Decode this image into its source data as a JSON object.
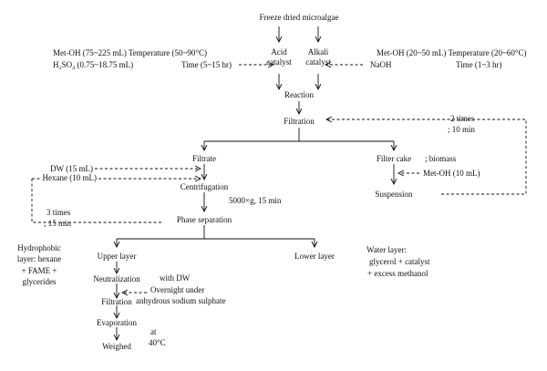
{
  "nodes": {
    "freeze_dried": "Freeze dried microalgae",
    "acid_catalyst_line1": "Acid",
    "acid_catalyst_line2": "catalyst",
    "alkali_catalyst_line1": "Alkali",
    "alkali_catalyst_line2": "catalyst",
    "reaction": "Reaction",
    "filtration_main": "Filtration",
    "filtrate": "Filtrate",
    "filter_cake": "Filter cake",
    "biomass": "; biomass",
    "centrifugation": "Centrifugation",
    "suspension": "Suspension",
    "phase_separation": "Phase separation",
    "upper_layer": "Upper layer",
    "lower_layer": "Lower layer",
    "neutralization": "Neutralization",
    "filtration_lower": "Filtration",
    "evaporation": "Evaporation",
    "weighed": "Weighed"
  },
  "annotations": {
    "acid_conditions_line1": "Met-OH (75~225 mL) Temperature (50~90°C)",
    "acid_conditions_line2_reagent": "H₂SO₄ (0.75~18.75 mL)",
    "acid_conditions_line2_time": "Time (5~15 hr)",
    "alkali_conditions_line1": "Met-OH (20~50 mL) Temperature (20~60°C)",
    "alkali_reagent": "NaOH",
    "alkali_time": "Time (1~3 hr)",
    "recycle_times": "2 times",
    "recycle_duration": "; 10 min",
    "dw": "DW (15 mL)",
    "hexane": "Hexane (10 mL)",
    "centrifuge_speed": "5000×g, 15 min",
    "wash_times": "3 times",
    "wash_duration": "; 15 min",
    "meoh_wash": "Met-OH (10 mL)",
    "hydrophobic_line1": "Hydrophobic",
    "hydrophobic_line2": "layer: hexane",
    "hydrophobic_line3": "+ FAME +",
    "hydrophobic_line4": "glycerides",
    "water_line1": "Water layer:",
    "water_line2": "glycerol + catalyst",
    "water_line3": "+ excess methanol",
    "neutral_with": "with DW",
    "neutral_overnight": "Overnight under",
    "neutral_sulphate": "anhydrous sodium sulphate",
    "evap_at": "at",
    "evap_temp": "40°C"
  }
}
